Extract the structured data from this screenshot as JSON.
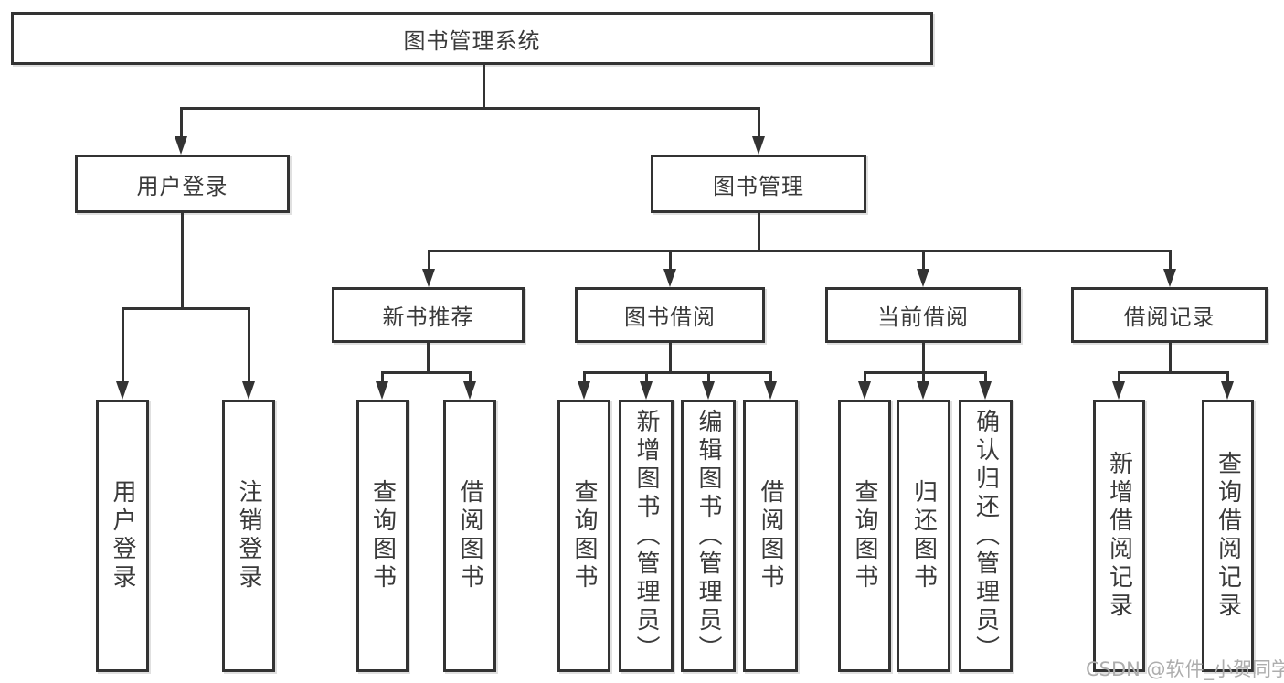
{
  "diagram": {
    "title": "图书管理系统",
    "root": {
      "label": "图书管理系统"
    },
    "level2": [
      {
        "label": "用户登录"
      },
      {
        "label": "图书管理"
      }
    ],
    "level3": [
      {
        "label": "新书推荐"
      },
      {
        "label": "图书借阅"
      },
      {
        "label": "当前借阅"
      },
      {
        "label": "借阅记录"
      }
    ],
    "leaves": {
      "user_login": [
        "用户登录",
        "注销登录"
      ],
      "new_book": [
        "查询图书",
        "借阅图书"
      ],
      "borrow": [
        "查询图书",
        "新增图书（管理员）",
        "编辑图书（管理员）",
        "借阅图书"
      ],
      "current": [
        "查询图书",
        "归还图书",
        "确认归还（管理员）"
      ],
      "records": [
        "新增借阅记录",
        "查询借阅记录"
      ]
    },
    "watermark": "CSDN @软件_小贺同学",
    "colors": {
      "line": "#333333",
      "box_border": "#333333",
      "text": "#3a3a3a",
      "watermark": "#adadad",
      "background": "#ffffff"
    }
  }
}
